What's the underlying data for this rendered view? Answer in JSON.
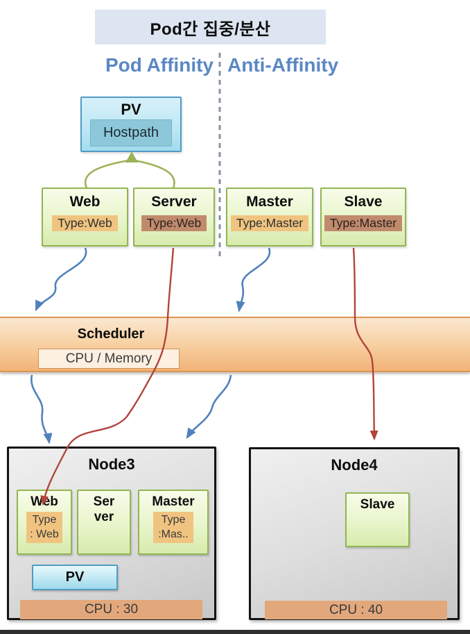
{
  "title": "Pod간 집중/분산",
  "sections": {
    "left": "Pod Affinity",
    "right": "Anti-Affinity"
  },
  "pv": {
    "title": "PV",
    "volume": "Hostpath"
  },
  "pods": [
    {
      "name": "Web",
      "type_label": "Type:Web",
      "label_style": "orange"
    },
    {
      "name": "Server",
      "type_label": "Type:Web",
      "label_style": "brown"
    },
    {
      "name": "Master",
      "type_label": "Type:Master",
      "label_style": "orange"
    },
    {
      "name": "Slave",
      "type_label": "Type:Master",
      "label_style": "brown"
    }
  ],
  "scheduler": {
    "title": "Scheduler",
    "resource_label": "CPU / Memory"
  },
  "nodes": [
    {
      "name": "Node3",
      "pods": [
        {
          "name": "Web",
          "type_label": "Type : Web"
        },
        {
          "name": "Server",
          "type_label": ""
        },
        {
          "name": "Master",
          "type_label": "Type :Mas.."
        }
      ],
      "pv_label": "PV",
      "cpu": "CPU : 30"
    },
    {
      "name": "Node4",
      "pods": [
        {
          "name": "Slave",
          "type_label": ""
        }
      ],
      "pv_label": "",
      "cpu": "CPU : 40"
    }
  ],
  "edges": [
    {
      "from": "pod-web",
      "to": "pv",
      "color": "olive"
    },
    {
      "from": "pod-server",
      "to": "pv",
      "color": "olive"
    },
    {
      "from": "pod-web",
      "to": "scheduler",
      "color": "blue"
    },
    {
      "from": "pod-master",
      "to": "scheduler",
      "color": "blue"
    },
    {
      "from": "scheduler",
      "to": "node3",
      "color": "blue"
    },
    {
      "from": "scheduler",
      "to": "node3",
      "color": "blue"
    },
    {
      "from": "pod-server",
      "to": "node3-web",
      "color": "red"
    },
    {
      "from": "pod-slave",
      "to": "node4",
      "color": "red"
    }
  ],
  "colors": {
    "title_bg": "#dce5f1",
    "heading_blue": "#5b87c5",
    "arrow_blue": "#4f81bd",
    "arrow_red": "#b0453c",
    "arrow_olive": "#9db257",
    "pod_green_border": "#92b553",
    "pod_green_fill": "#e7f4c8",
    "label_orange": "#f0c480",
    "label_brown": "#c08a6d",
    "scheduler_orange": "#f2b377",
    "pv_cyan": "#a3dcee",
    "node_gray": "#d6d6d6",
    "cpu_bar": "#e2a87c"
  }
}
